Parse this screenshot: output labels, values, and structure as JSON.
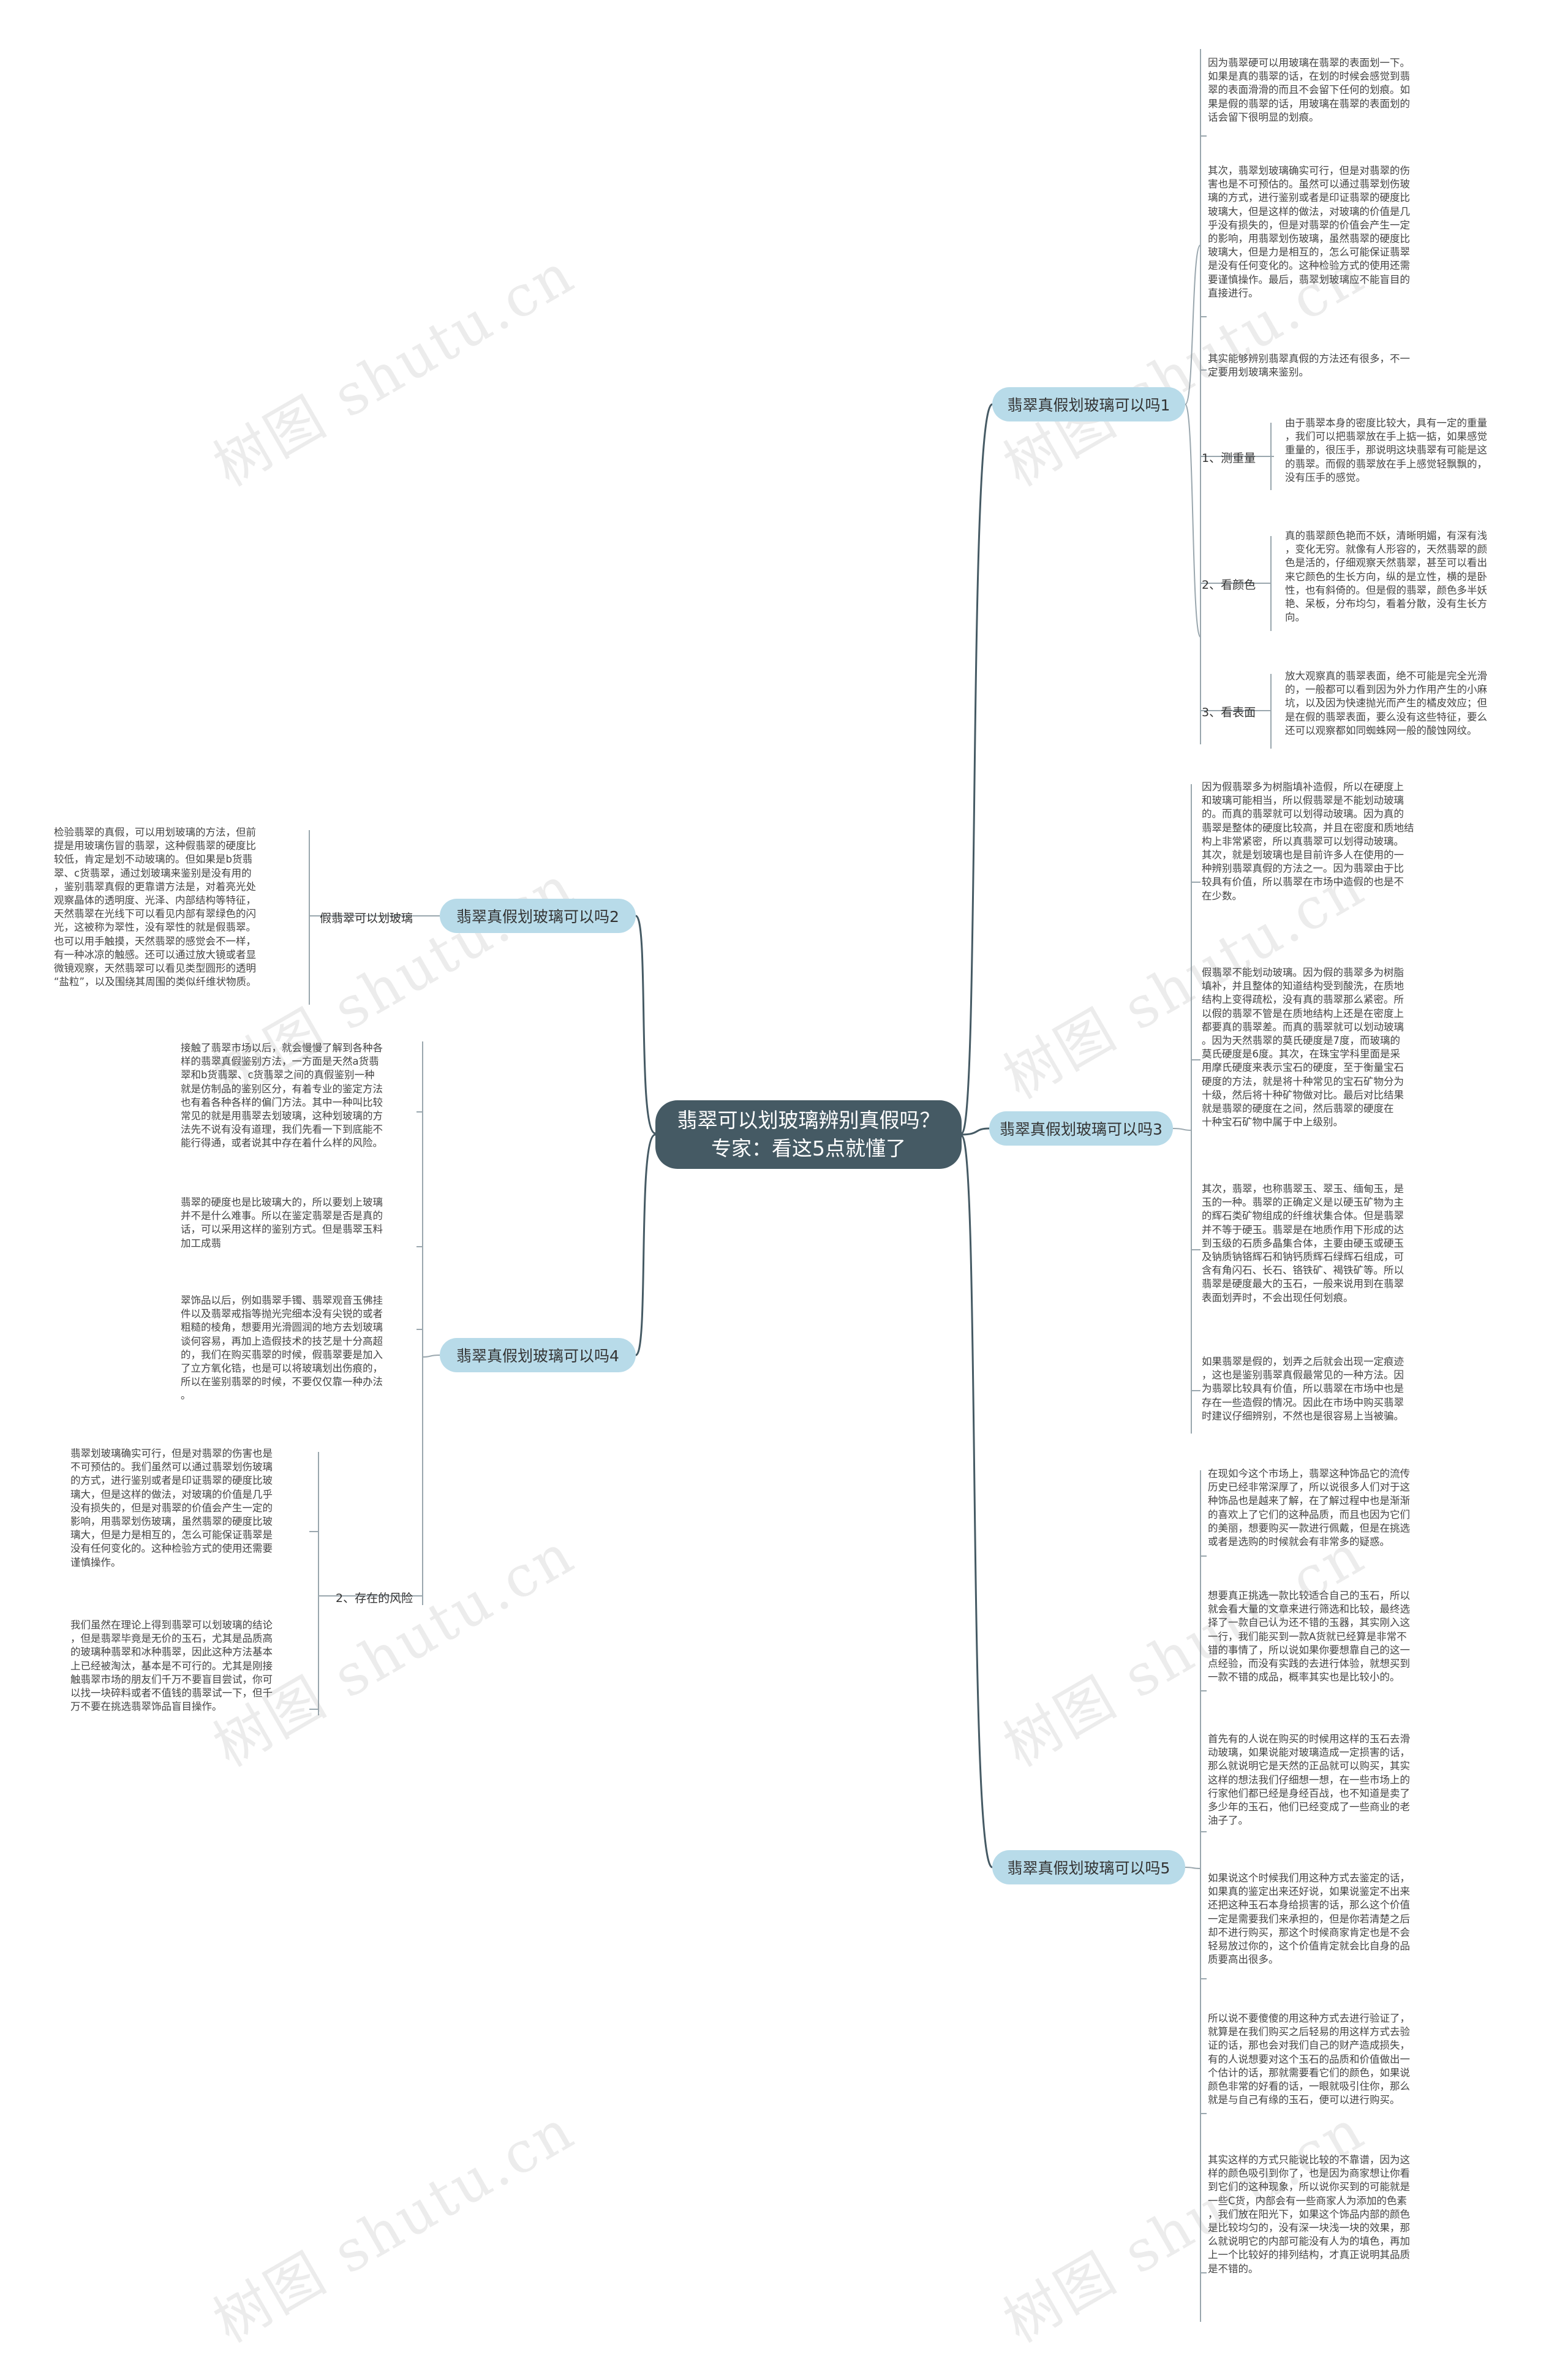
{
  "watermark": "树图 shutu.cn",
  "root": {
    "title": "翡翠可以划玻璃辨别真假吗？专家：看这5点就懂了"
  },
  "branches": [
    {
      "label": "翡翠真假划玻璃可以吗1"
    },
    {
      "label": "翡翠真假划玻璃可以吗2"
    },
    {
      "label": "翡翠真假划玻璃可以吗3"
    },
    {
      "label": "翡翠真假划玻璃可以吗4"
    },
    {
      "label": "翡翠真假划玻璃可以吗5"
    }
  ],
  "sub": {
    "b1_measure": "1、测重量",
    "b1_color": "2、看颜色",
    "b1_surface": "3、看表面",
    "b2_noscratch": "假翡翠可以划玻璃",
    "b4_risk": "2、存在的风险"
  },
  "texts": {
    "b1_t1": "因为翡翠硬可以用玻璃在翡翠的表面划一下。\n如果是真的翡翠的话，在划的时候会感觉到翡\n翠的表面滑滑的而且不会留下任何的划痕。如\n果是假的翡翠的话，用玻璃在翡翠的表面划的\n话会留下很明显的划痕。",
    "b1_t2": "其次，翡翠划玻璃确实可行，但是对翡翠的伤\n害也是不可预估的。虽然可以通过翡翠划伤玻\n璃的方式，进行鉴别或者是印证翡翠的硬度比\n玻璃大，但是这样的做法，对玻璃的价值是几\n乎没有损失的，但是对翡翠的价值会产生一定\n的影响，用翡翠划伤玻璃，虽然翡翠的硬度比\n玻璃大，但是力是相互的，怎么可能保证翡翠\n是没有任何变化的。这种检验方式的使用还需\n要谨慎操作。最后，翡翠划玻璃应不能盲目的\n直接进行。",
    "b1_t3": "其实能够辨别翡翠真假的方法还有很多，不一\n定要用划玻璃来鉴别。",
    "b1_t4": "由于翡翠本身的密度比较大，具有一定的重量\n，我们可以把翡翠放在手上掂一掂，如果感觉\n重量的，很压手，那说明这块翡翠有可能是这\n的翡翠。而假的翡翠放在手上感觉轻飘飘的，\n没有压手的感觉。",
    "b1_t5": "真的翡翠颜色艳而不妖，清晰明媚，有深有浅\n，变化无穷。就像有人形容的，天然翡翠的颜\n色是活的，仔细观察天然翡翠，甚至可以看出\n来它颜色的生长方向，纵的是立性，横的是卧\n性，也有斜倚的。但是假的翡翠，颜色多半妖\n艳、呆板，分布均匀，看着分散，没有生长方\n向。",
    "b1_t6": "放大观察真的翡翠表面，绝不可能是完全光滑\n的，一般都可以看到因为外力作用产生的小麻\n坑，以及因为快速抛光而产生的橘皮效应；但\n是在假的翡翠表面，要么没有这些特征，要么\n还可以观察都如同蜘蛛网一般的酸蚀网纹。",
    "b2_t1": "检验翡翠的真假，可以用划玻璃的方法，但前\n提是用玻璃伤冒的翡翠，这种假翡翠的硬度比\n较低，肯定是划不动玻璃的。但如果是b货翡\n翠、c货翡翠，通过划玻璃来鉴别是没有用的\n，鉴别翡翠真假的更靠谱方法是，对着亮光处\n观察晶体的透明度、光泽、内部结构等特征，\n天然翡翠在光线下可以看见内部有翠绿色的闪\n光，这被称为翠性，没有翠性的就是假翡翠。\n也可以用手触摸，天然翡翠的感觉会不一样，\n有一种冰凉的触感。还可以通过放大镜或者显\n微镜观察，天然翡翠可以看见类型圆形的透明\n“盐粒”，以及围绕其周围的类似纤维状物质。",
    "b3_t1": "因为假翡翠多为树脂填补造假，所以在硬度上\n和玻璃可能相当，所以假翡翠是不能划动玻璃\n的。而真的翡翠就可以划得动玻璃。因为真的\n翡翠是整体的硬度比较高，并且在密度和质地结\n构上非常紧密，所以真翡翠可以划得动玻璃。\n其次，就是划玻璃也是目前许多人在使用的一\n种辨别翡翠真假的方法之一。因为翡翠由于比\n较具有价值，所以翡翠在市场中造假的也是不\n在少数。",
    "b3_t2": "假翡翠不能划动玻璃。因为假的翡翠多为树脂\n填补，并且整体的知道结构受到酸洗，在质地\n结构上变得疏松，没有真的翡翠那么紧密。所\n以假的翡翠不管是在质地结构上还是在密度上\n都要真的翡翠差。而真的翡翠就可以划动玻璃\n。因为天然翡翠的莫氏硬度是7度，而玻璃的\n莫氏硬度是6度。其次，在珠宝学科里面是采\n用摩氏硬度来表示宝石的硬度，至于衡量宝石\n硬度的方法，就是将十种常见的宝石矿物分为\n十级，然后将十种矿物做对比。最后对比结果\n就是翡翠的硬度在之间，然后翡翠的硬度在\n十种宝石矿物中属于中上级别。",
    "b3_t3": "其次，翡翠，也称翡翠玉、翠玉、缅甸玉，是\n玉的一种。翡翠的正确定义是以硬玉矿物为主\n的辉石类矿物组成的纤维状集合体。但是翡翠\n并不等于硬玉。翡翠是在地质作用下形成的达\n到玉级的石质多晶集合体，主要由硬玉或硬玉\n及钠质钠铬辉石和钠钙质辉石绿辉石组成，可\n含有角闪石、长石、铬铁矿、褐铁矿等。所以\n翡翠是硬度最大的玉石，一般来说用到在翡翠\n表面划弄时，不会出现任何划痕。",
    "b3_t4": "如果翡翠是假的，划弄之后就会出现一定痕迹\n，这也是鉴别翡翠真假最常见的一种方法。因\n为翡翠比较具有价值，所以翡翠在市场中也是\n存在一些造假的情况。因此在市场中购买翡翠\n时建议仔细辨别，不然也是很容易上当被骗。",
    "b4_t1": "接触了翡翠市场以后，就会慢慢了解到各种各\n样的翡翠真假鉴别方法，一方面是天然a货翡\n翠和b货翡翠、c货翡翠之间的真假鉴别一种\n就是仿制品的鉴别区分，有着专业的鉴定方法\n也有着各种各样的偏门方法。其中一种叫比较\n常见的就是用翡翠去划玻璃，这种划玻璃的方\n法先不说有没有道理，我们先看一下到底能不\n能行得通，或者说其中存在着什么样的风险。",
    "b4_t2": "翡翠的硬度也是比玻璃大的，所以要划上玻璃\n并不是什么难事。所以在鉴定翡翠是否是真的\n话，可以采用这样的鉴别方式。但是翡翠玉料\n加工成翡",
    "b4_t3": "翠饰品以后，例如翡翠手镯、翡翠观音玉佛挂\n件以及翡翠戒指等抛光完细本没有尖锐的或者\n粗糙的棱角，想要用光滑圆润的地方去划玻璃\n谈何容易，再加上造假技术的技艺是十分高超\n的，我们在购买翡翠的时候，假翡翠要是加入\n了立方氧化锆，也是可以将玻璃划出伤痕的，\n所以在鉴别翡翠的时候，不要仅仅靠一种办法\n。",
    "b4_t4": "翡翠划玻璃确实可行，但是对翡翠的伤害也是\n不可预估的。我们虽然可以通过翡翠划伤玻璃\n的方式，进行鉴别或者是印证翡翠的硬度比玻\n璃大，但是这样的做法，对玻璃的价值是几乎\n没有损失的，但是对翡翠的价值会产生一定的\n影响，用翡翠划伤玻璃，虽然翡翠的硬度比玻\n璃大，但是力是相互的，怎么可能保证翡翠是\n没有任何变化的。这种检验方式的使用还需要\n谨慎操作。",
    "b4_t5": "我们虽然在理论上得到翡翠可以划玻璃的结论\n，但是翡翠毕竟是无价的玉石，尤其是品质高\n的玻璃种翡翠和冰种翡翠，因此这种方法基本\n上已经被淘汰，基本是不可行的。尤其是刚接\n触翡翠市场的朋友们千万不要盲目尝试，你可\n以找一块碎料或者不值钱的翡翠试一下，但千\n万不要在挑选翡翠饰品盲目操作。",
    "b5_t1": "在现如今这个市场上，翡翠这种饰品它的流传\n历史已经非常深厚了，所以说很多人们对于这\n种饰品也是越来了解，在了解过程中也是渐渐\n的喜欢上了它们的这种品质，而且也因为它们\n的美丽，想要购买一款进行佩戴，但是在挑选\n或者是选购的时候就会有非常多的疑惑。",
    "b5_t2": "想要真正挑选一款比较适合自己的玉石，所以\n就会看大量的文章来进行筛选和比较，最终选\n择了一款自己认为还不错的玉器，其实刚入这\n一行，我们能买到一款A货就已经算是非常不\n错的事情了，所以说如果你要想靠自己的这一\n点经验，而没有实践的去进行体验，就想买到\n一款不错的成品，概率其实也是比较小的。",
    "b5_t3": "首先有的人说在购买的时候用这样的玉石去滑\n动玻璃，如果说能对玻璃造成一定损害的话，\n那么就说明它是天然的正品就可以购买，其实\n这样的想法我们仔细想一想，在一些市场上的\n行家他们都已经是身经百战，也不知道是卖了\n多少年的玉石，他们已经变成了一些商业的老\n油子了。",
    "b5_t4": "如果说这个时候我们用这种方式去鉴定的话，\n如果真的鉴定出来还好说，如果说鉴定不出来\n还把这种玉石本身给损害的话，那么这个价值\n一定是需要我们来承担的，但是你若清楚之后\n却不进行购买，那这个时候商家肯定也是不会\n轻易放过你的，这个价值肯定就会比自身的品\n质要高出很多。",
    "b5_t5": "所以说不要傻傻的用这种方式去进行验证了，\n就算是在我们购买之后轻易的用这样方式去验\n证的话，那也会对我们自己的财产造成损失，\n有的人说想要对这个玉石的品质和价值做出一\n个估计的话，那就需要看它们的颜色，如果说\n颜色非常的好看的话，一眼就吸引住你，那么\n就是与自己有缘的玉石，便可以进行购买。",
    "b5_t6": "其实这样的方式只能说比较的不靠谱，因为这\n样的颜色吸引到你了，也是因为商家想让你看\n到它们的这种现象，所以说你买到的可能就是\n一些C货，内部会有一些商家人为添加的色素\n，我们放在阳光下，如果这个饰品内部的颜色\n是比较均匀的，没有深一块浅一块的效果，那\n么就说明它的内部可能没有人为的填色，再加\n上一个比较好的排列结构，才真正说明其品质\n是不错的。"
  },
  "colors": {
    "root_bg": "#455a64",
    "branch_bg": "#b8dbe9",
    "line": "#455a64",
    "thin_line": "#9aa7ae"
  }
}
